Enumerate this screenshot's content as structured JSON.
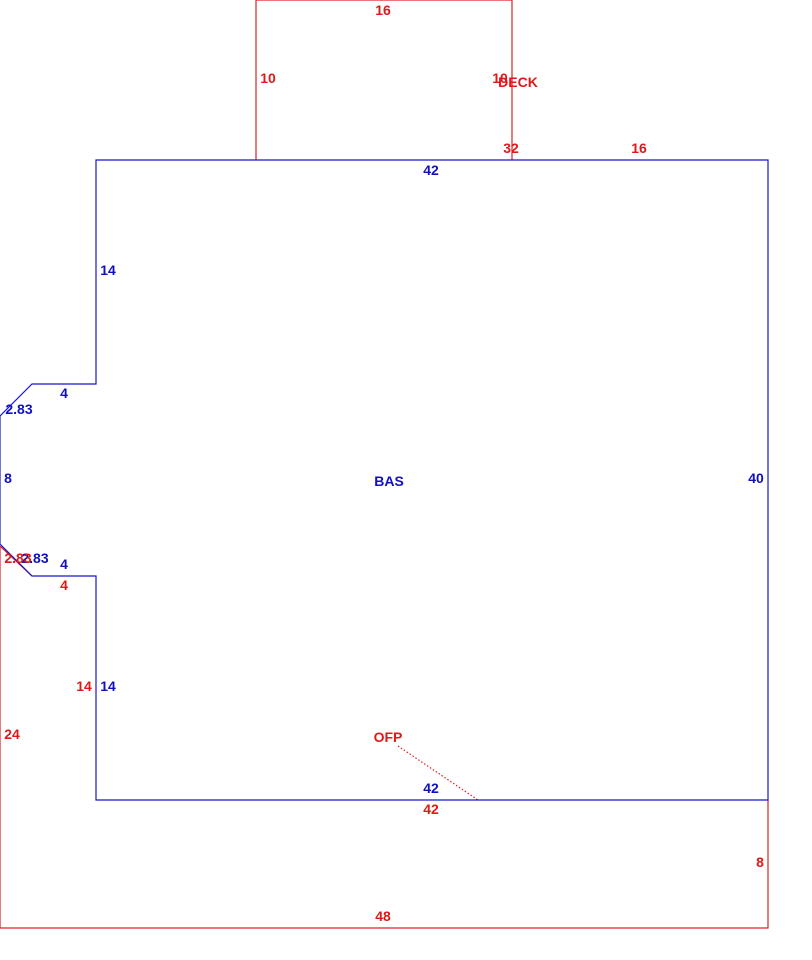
{
  "areas": {
    "bas": "BAS",
    "ofp": "OFP",
    "deck": "DECK"
  },
  "colors": {
    "bas": "#1818c8",
    "ofp_deck": "#e02020"
  },
  "bas_dims": {
    "top": "42",
    "upper_left_vertical": "14",
    "upper_notch": "4",
    "upper_diagonal": "2.83",
    "left": "8",
    "lower_diagonal": "2.83",
    "lower_notch": "4",
    "lower_left_vertical": "14",
    "bottom": "42",
    "right": "40"
  },
  "ofp_dims": {
    "diagonal": "2.83",
    "notch": "4",
    "inner_vertical": "14",
    "top": "42",
    "right": "8",
    "bottom": "48",
    "left": "24"
  },
  "deck_dims": {
    "top": "16",
    "left": "10",
    "right": "10",
    "segment_32": "32",
    "segment_16": "16"
  }
}
